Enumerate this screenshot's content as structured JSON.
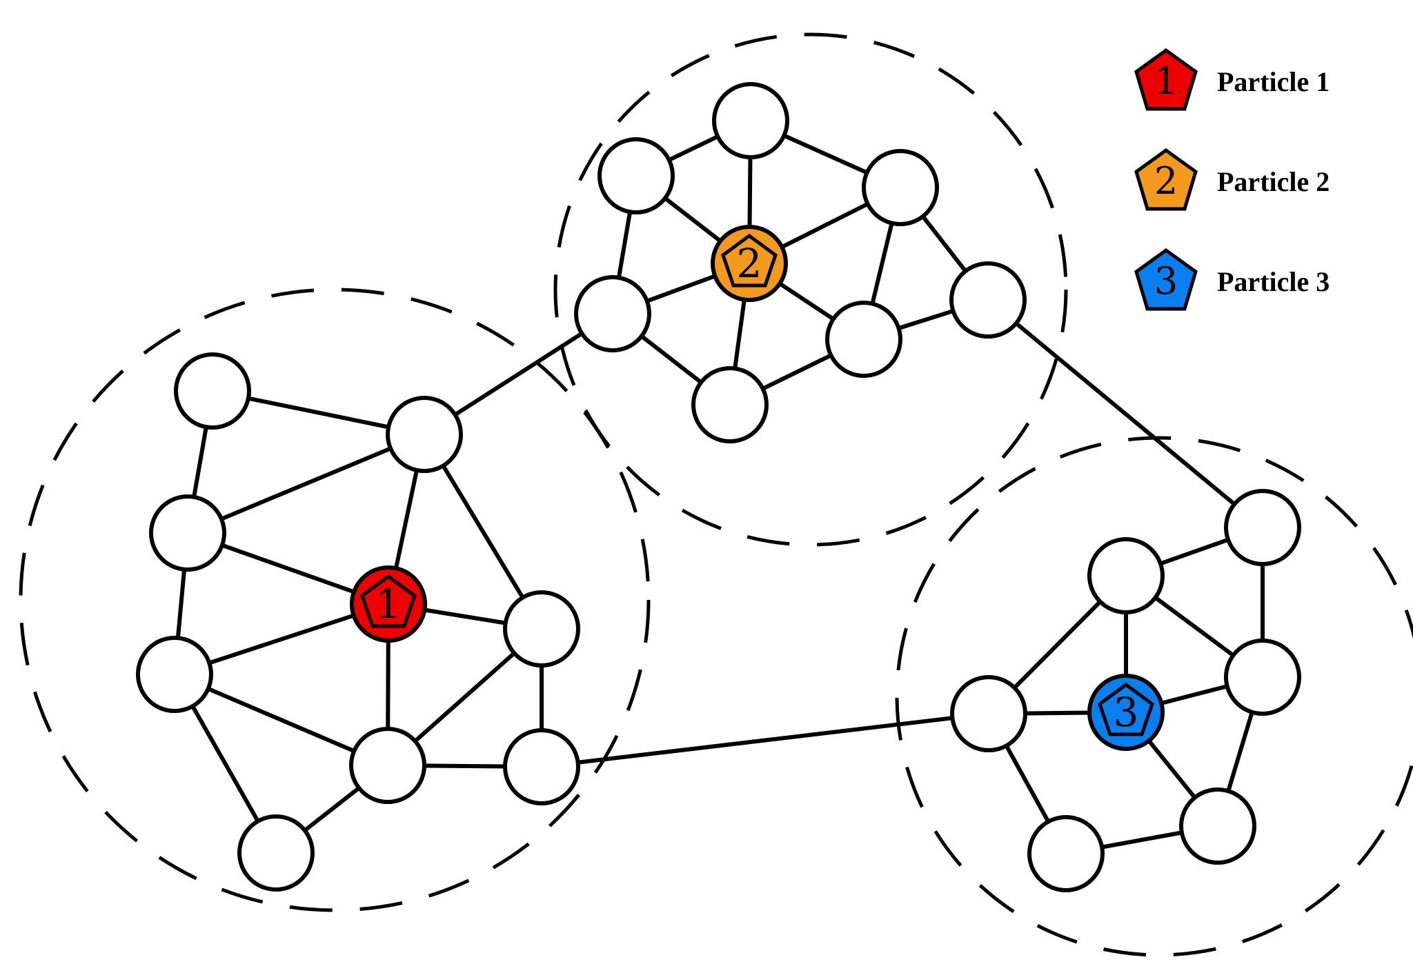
{
  "legend": [
    {
      "marker": "1",
      "label": "Particle 1",
      "color": "#ee0000"
    },
    {
      "marker": "2",
      "label": "Particle 2",
      "color": "#f39a1e"
    },
    {
      "marker": "3",
      "label": "Particle 3",
      "color": "#0a7fef"
    }
  ],
  "particles": [
    {
      "marker": "1",
      "color": "#ee0000"
    },
    {
      "marker": "2",
      "color": "#f39a1e"
    },
    {
      "marker": "3",
      "color": "#0a7fef"
    }
  ],
  "colors": {
    "line": "#000000",
    "node_fill": "#ffffff",
    "background": "#ffffff"
  }
}
